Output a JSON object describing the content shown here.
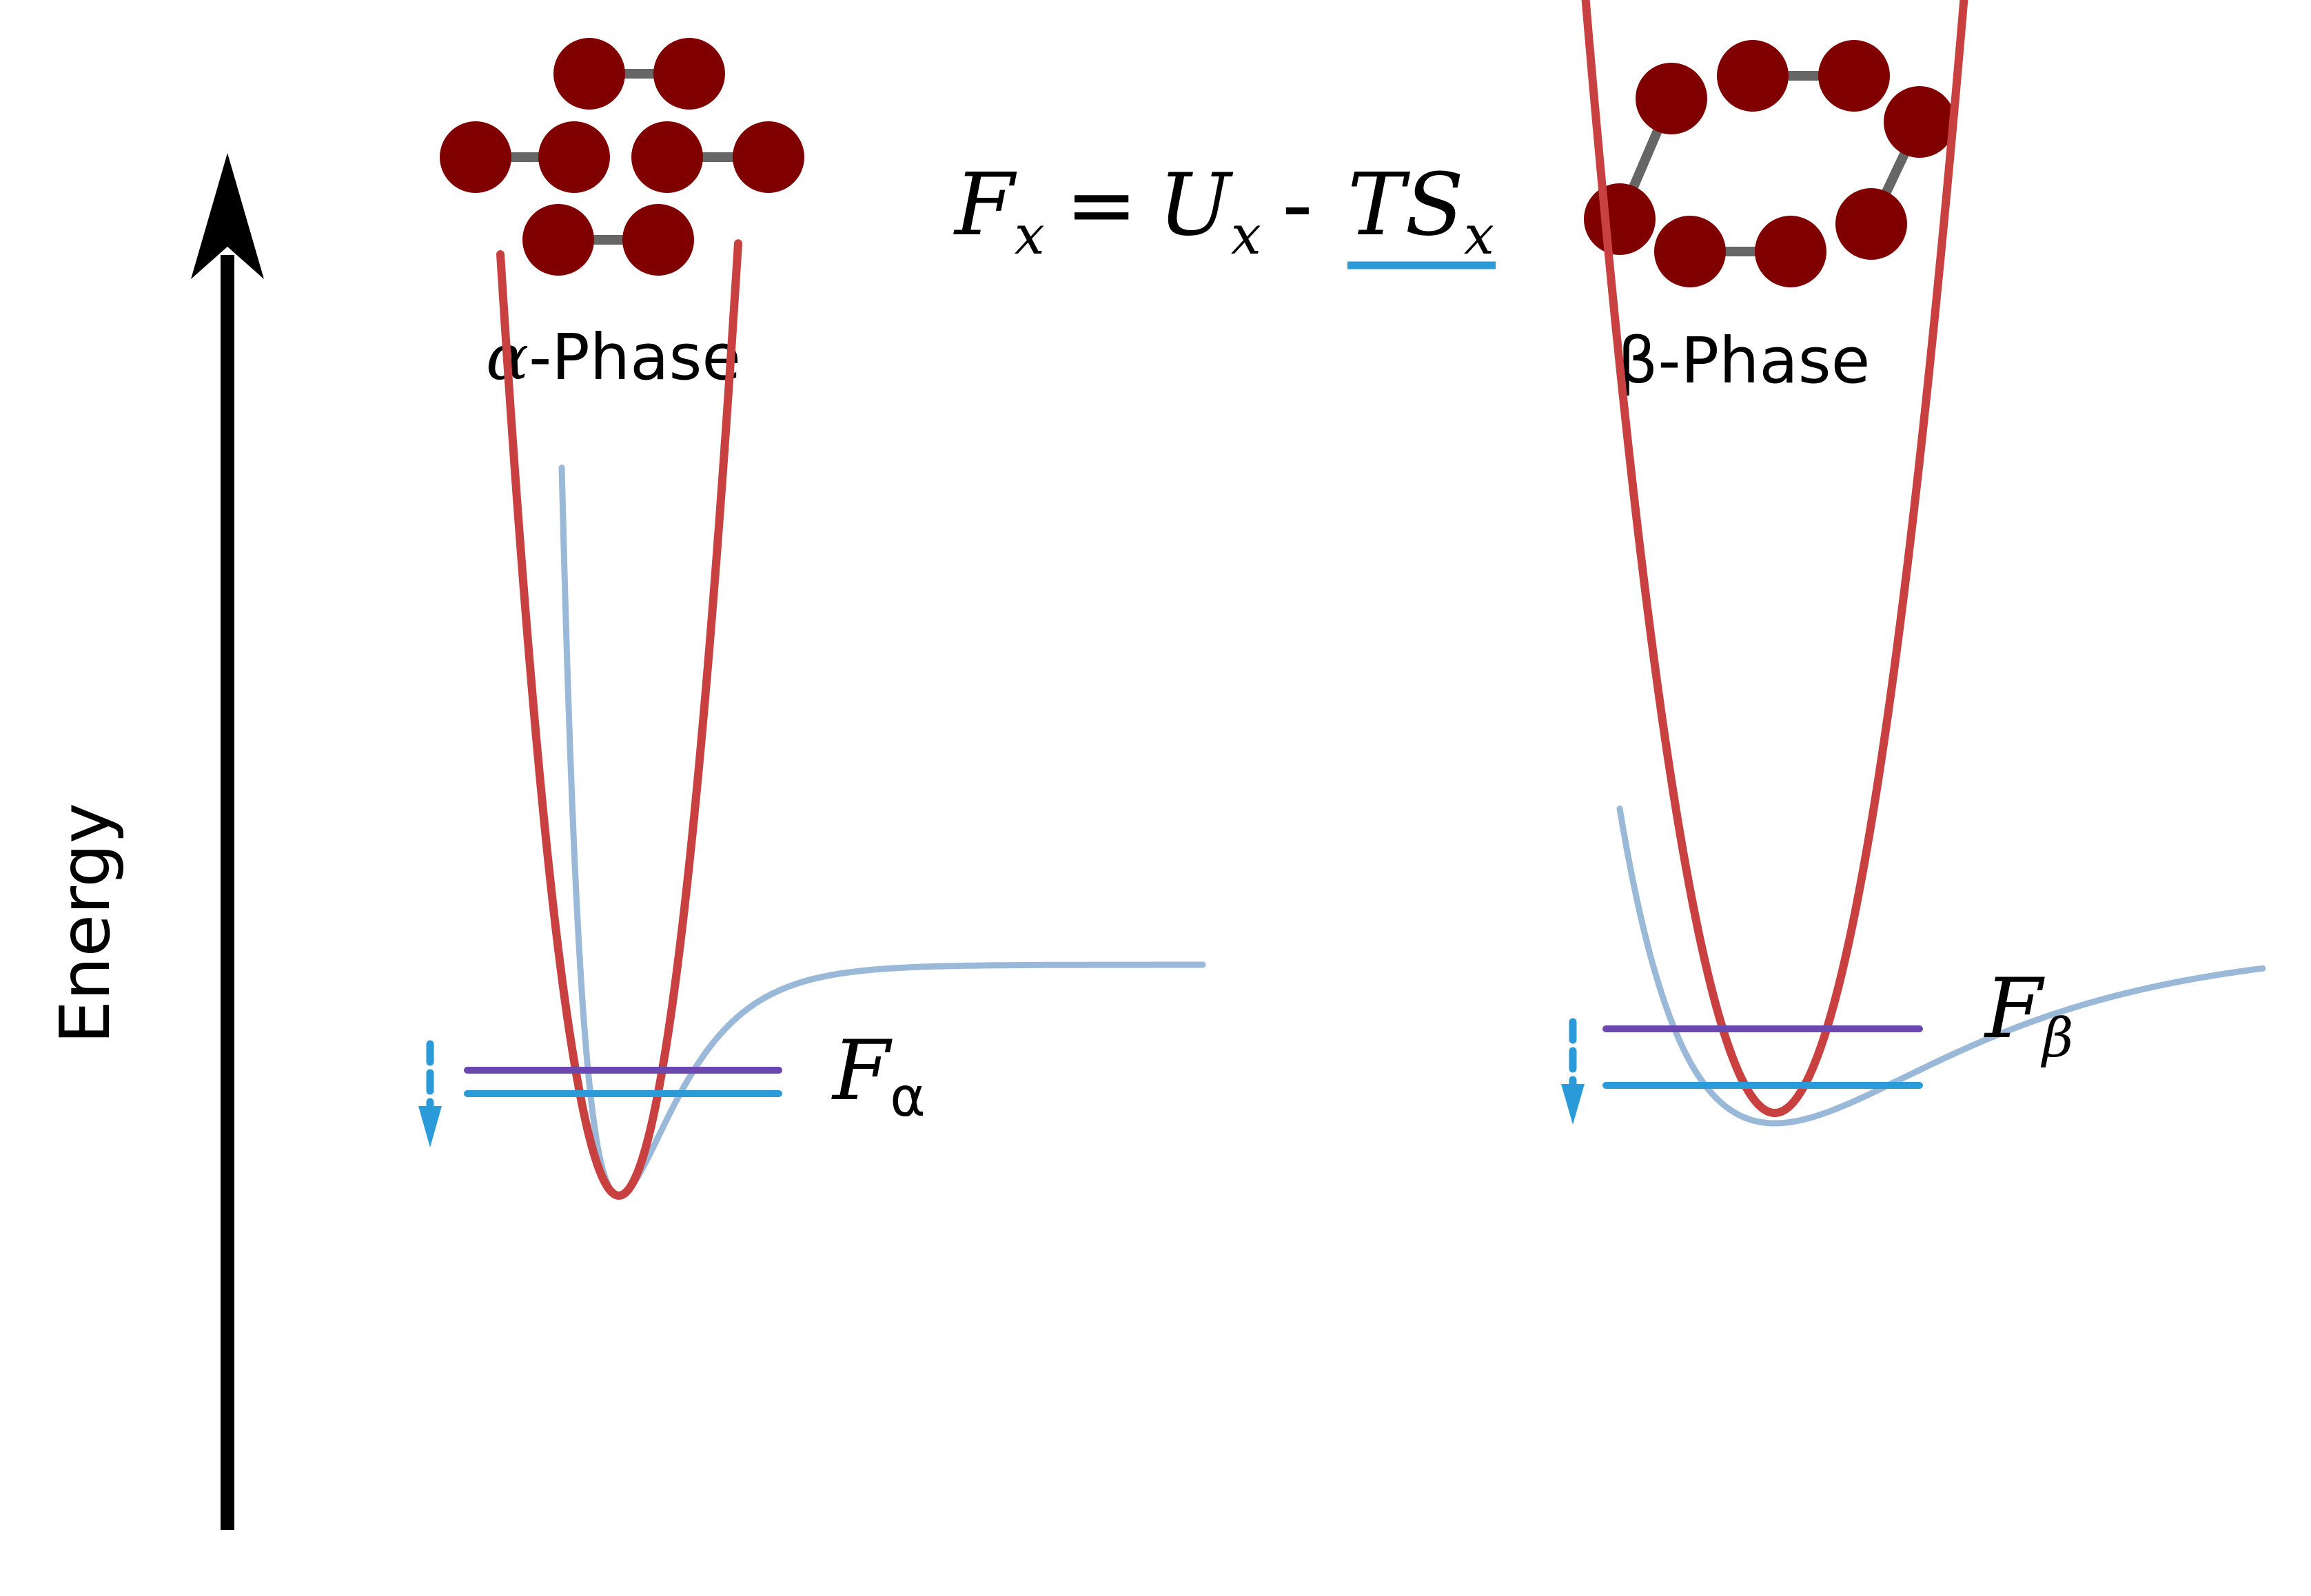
{
  "axis": {
    "label": "Energy"
  },
  "equation": {
    "F": "F",
    "x": "x",
    "eq": "=",
    "U": "U",
    "minus": "-",
    "T": "T",
    "S": "S"
  },
  "phases": [
    {
      "id": "alpha",
      "symbol": "α",
      "suffix": "-Phase",
      "free_energy_symbol": "F",
      "free_energy_sub": "α"
    },
    {
      "id": "beta",
      "symbol": "β",
      "suffix": "-Phase",
      "free_energy_symbol": "F",
      "free_energy_sub": "β"
    }
  ],
  "colors": {
    "atom": "#800000",
    "bond": "#666666",
    "harmonic_well": "#c94040",
    "anharmonic_well": "#9ab8d8",
    "level_upper": "#6a48b0",
    "level_lower": "#2a9bd8",
    "arrow": "#2a9bd8",
    "axis": "#000000"
  }
}
